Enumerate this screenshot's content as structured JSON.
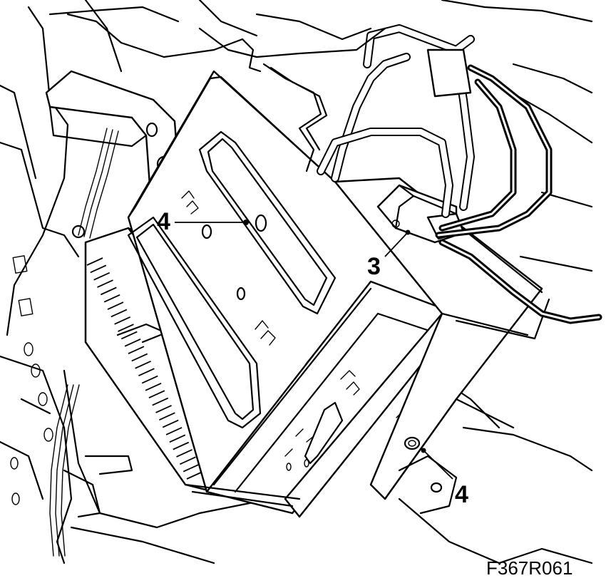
{
  "callouts": {
    "top_left": "4",
    "middle": "3",
    "bottom_right": "4"
  },
  "figure_code": "F367R061"
}
